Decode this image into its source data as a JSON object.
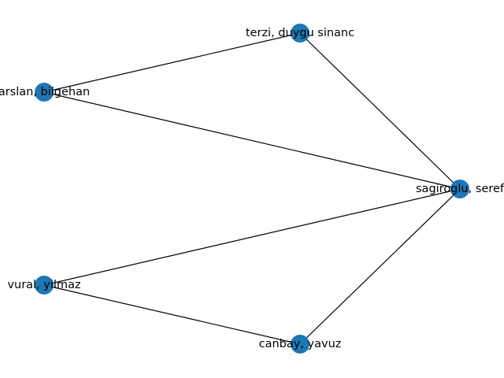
{
  "graph": {
    "node_color": "#1f77b4",
    "edge_color": "#000000",
    "nodes": [
      {
        "id": "terzi",
        "label": "terzi, duygu sinanc"
      },
      {
        "id": "arslan",
        "label": "arslan, bilgehan"
      },
      {
        "id": "sagiroglu",
        "label": "sagiroglu, seref"
      },
      {
        "id": "vural",
        "label": "vural, yilmaz"
      },
      {
        "id": "canbay",
        "label": "canbay, yavuz"
      }
    ],
    "edges": [
      {
        "source": "terzi",
        "target": "arslan"
      },
      {
        "source": "terzi",
        "target": "sagiroglu"
      },
      {
        "source": "arslan",
        "target": "sagiroglu"
      },
      {
        "source": "sagiroglu",
        "target": "vural"
      },
      {
        "source": "sagiroglu",
        "target": "canbay"
      },
      {
        "source": "vural",
        "target": "canbay"
      }
    ]
  }
}
